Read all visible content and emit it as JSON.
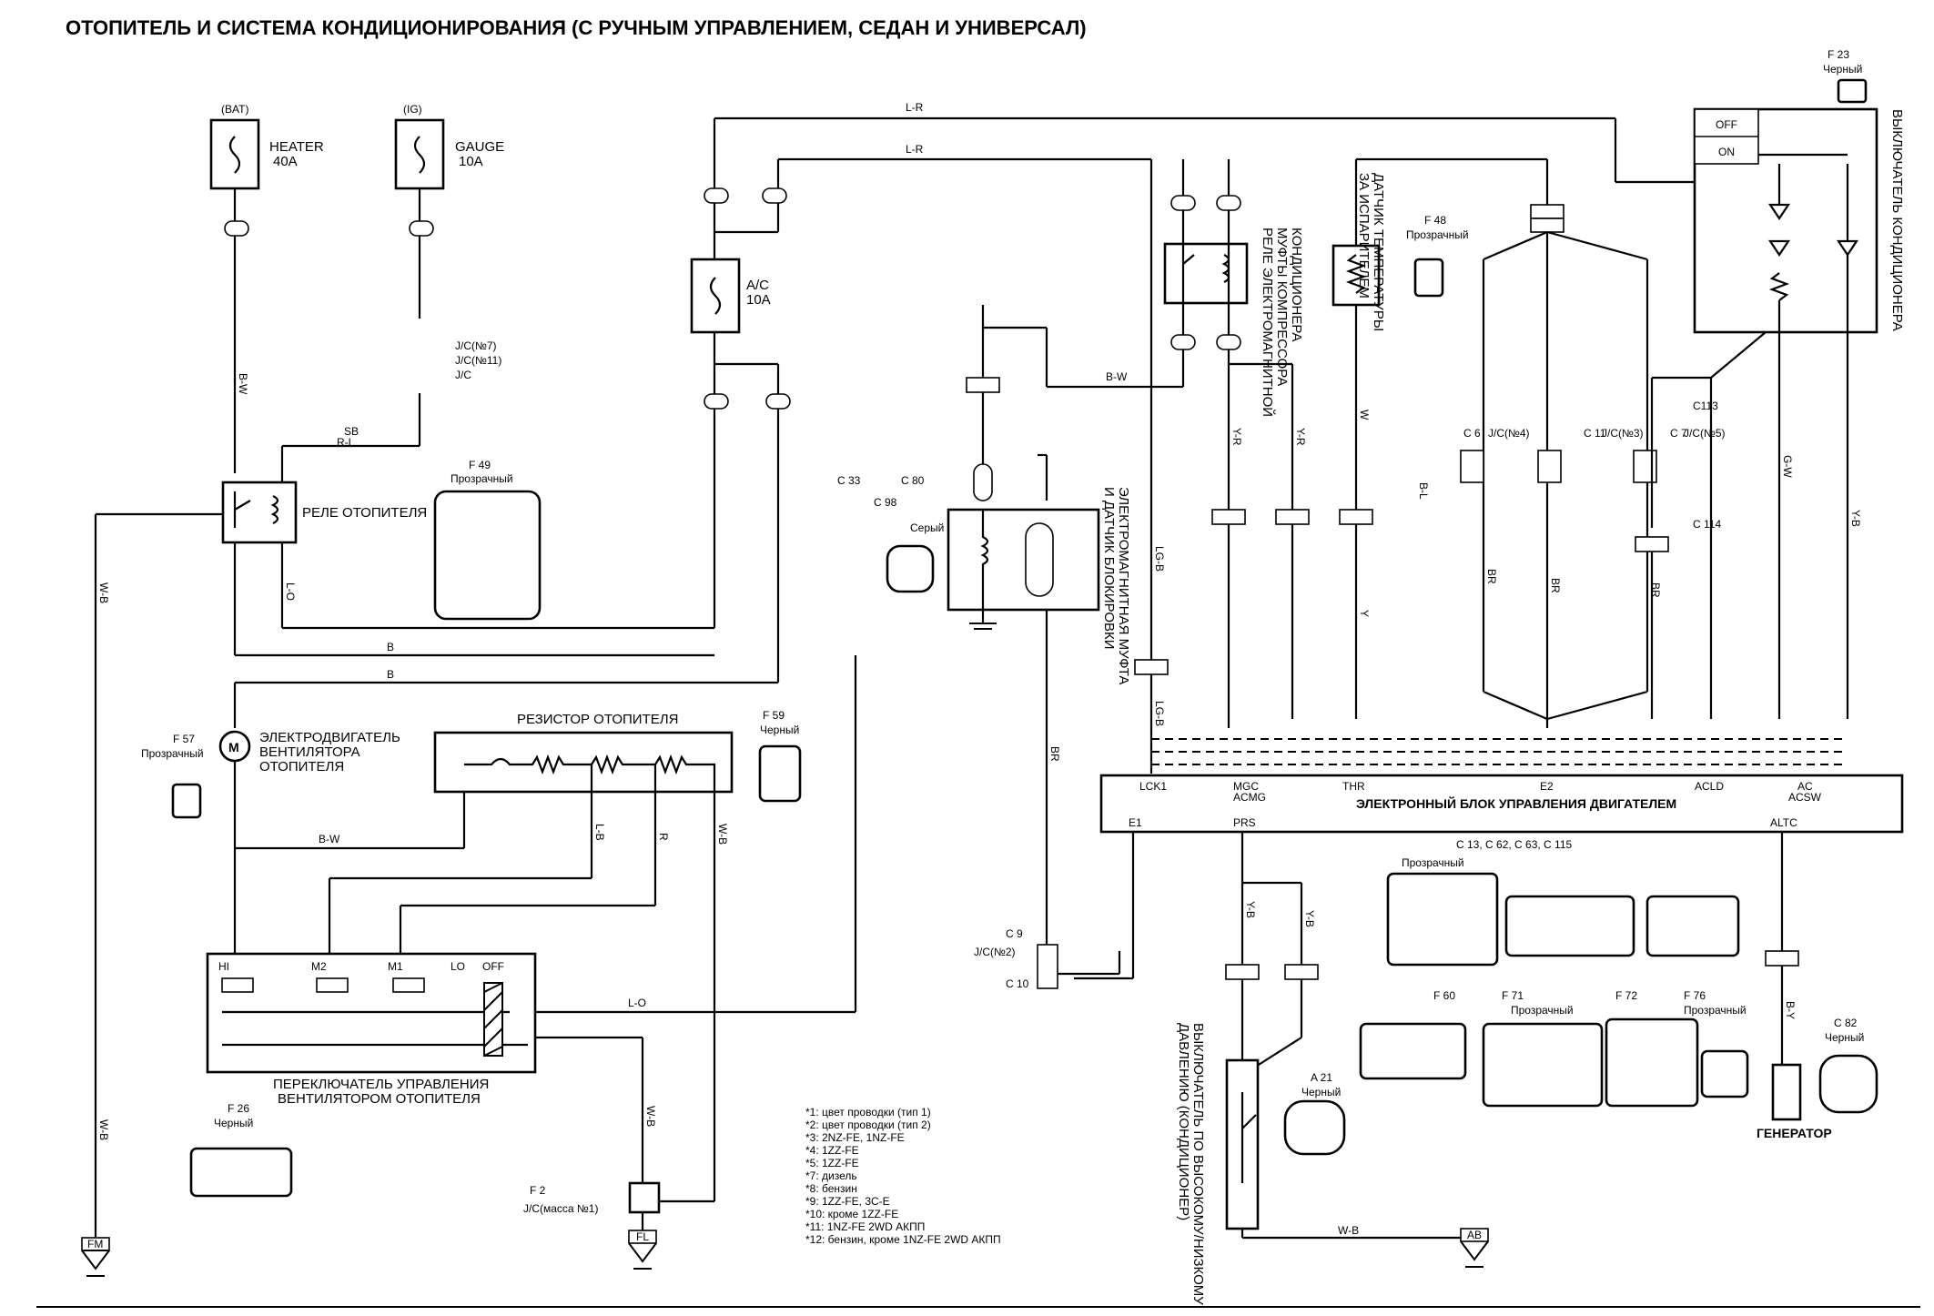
{
  "title": "ОТОПИТЕЛЬ И СИСТЕМА КОНДИЦИОНИРОВАНИЯ (С РУЧНЫМ УПРАВЛЕНИЕМ, СЕДАН И УНИВЕРСАЛ)",
  "fuses": {
    "bat_label": "(BAT)",
    "ig_label": "(IG)",
    "heater": "HEATER",
    "heater_amp": "40A",
    "gauge": "GAUGE",
    "gauge_amp": "10A",
    "ac": "A/C",
    "ac_amp": "10A"
  },
  "components": {
    "heater_relay": "РЕЛЕ ОТОПИТЕЛЯ",
    "blower_motor_1": "ЭЛЕКТРОДВИГАТЕЛЬ",
    "blower_motor_2": "ВЕНТИЛЯТОРА",
    "blower_motor_3": "ОТОПИТЕЛЯ",
    "heater_resistor": "РЕЗИСТОР ОТОПИТЕЛЯ",
    "blower_switch_1": "ПЕРЕКЛЮЧАТЕЛЬ УПРАВЛЕНИЯ",
    "blower_switch_2": "ВЕНТИЛЯТОРОМ ОТОПИТЕЛЯ",
    "ecu": "ЭЛЕКТРОННЫЙ БЛОК УПРАВЛЕНИЯ ДВИГАТЕЛЕМ",
    "generator": "ГЕНЕРАТОР",
    "ac_switch": "ВЫКЛЮЧАТЕЛЬ КОНДИЦИОНЕРА",
    "clutch_relay_1": "РЕЛЕ ЭЛЕКТРОМАГНИТНОЙ",
    "clutch_relay_2": "МУФТЫ КОМПРЕССОРА",
    "clutch_relay_3": "КОНДИЦИОНЕРА",
    "temp_sensor_1": "ДАТЧИК ТЕМПЕРАТУРЫ",
    "temp_sensor_2": "ЗА ИСПАРИТЕЛЕМ",
    "magnetic_clutch_1": "ЭЛЕКТРОМАГНИТНАЯ МУФТА",
    "magnetic_clutch_2": "И ДАТЧИК БЛОКИРОВКИ",
    "pressure_switch_1": "ВЫКЛЮЧАТЕЛЬ ПО ВЫСОКОМУ/НИЗКОМУ",
    "pressure_switch_2": "ДАВЛЕНИЮ (КОНДИЦИОНЕР)",
    "switch_off": "OFF",
    "switch_on": "ON",
    "jc_mass": "J/C(масса №1)"
  },
  "switch_positions": [
    "HI",
    "M2",
    "M1",
    "LO",
    "OFF"
  ],
  "ecu_pins_top": [
    "LCK1",
    "MGC",
    "ACMG",
    "THR",
    "E2",
    "ACLD",
    "AC",
    "ACSW"
  ],
  "ecu_pins_bottom": [
    "E1",
    "PRS",
    "ALTC"
  ],
  "wire_colors": [
    "L-R",
    "L-R",
    "B-W",
    "B-W",
    "SB",
    "R-L",
    "B",
    "B",
    "L-O",
    "W-B",
    "B-W",
    "L-B",
    "R",
    "W-B",
    "L-O",
    "W-B",
    "W-B",
    "Y-R",
    "Y-R",
    "W",
    "B-L",
    "BR",
    "BR",
    "BR",
    "G-W",
    "Y-B",
    "LG-B",
    "LG-B",
    "BR",
    "Y-B",
    "Y-B",
    "W-B",
    "B-Y",
    "Y"
  ],
  "connectors": {
    "f23": "F 23",
    "f23_color": "Черный",
    "f48": "F 48",
    "f48_color": "Прозрачный",
    "f49": "F 49",
    "f49_color": "Прозрачный",
    "f57": "F 57",
    "f57_color": "Прозрачный",
    "f59": "F 59",
    "f59_color": "Черный",
    "f26": "F 26",
    "f26_color": "Черный",
    "f2": "F 2",
    "c33": "C 33",
    "c80": "C 80",
    "c98": "C 98",
    "c_grey": "Серый",
    "a21": "A 21",
    "a21_color": "Черный",
    "c82": "C 82",
    "c82_color": "Черный",
    "ecu_conn": "C 13, C 62, C 63, C 115",
    "ecu_conn_color": "Прозрачный",
    "f60": "F 60",
    "f71": "F 71",
    "f60_color": "Прозрачный",
    "f72": "F 72",
    "f76": "F 76",
    "f72_color": "Прозрачный",
    "jc_label": "J/C",
    "jc_no1": "J/C(№7)",
    "jc_no2": "J/C(№11)",
    "c6": "C 6",
    "c11": "C 11",
    "c7": "C 7",
    "jc_no4": "J/C(№4)",
    "jc_no3": "J/C(№3)",
    "jc_no5": "J/C(№5)",
    "c9": "C 9",
    "c10": "C 10",
    "jc_no2b": "J/C(№2)",
    "c113": "C113",
    "c114": "C 114"
  },
  "grounds": [
    "FM",
    "FL",
    "AB"
  ],
  "notes": [
    "*1: цвет проводки (тип 1)",
    "*2: цвет проводки (тип 2)",
    "*3: 2NZ-FE, 1NZ-FE",
    "*4: 1ZZ-FE",
    "*5: 1ZZ-FE",
    "*7: дизель",
    "*8: бензин",
    "*9: 1ZZ-FE, 3C-E",
    "*10: кроме 1ZZ-FE",
    "*11: 1NZ-FE 2WD АКПП",
    "*12: бензин, кроме 1NZ-FE 2WD АКПП"
  ]
}
